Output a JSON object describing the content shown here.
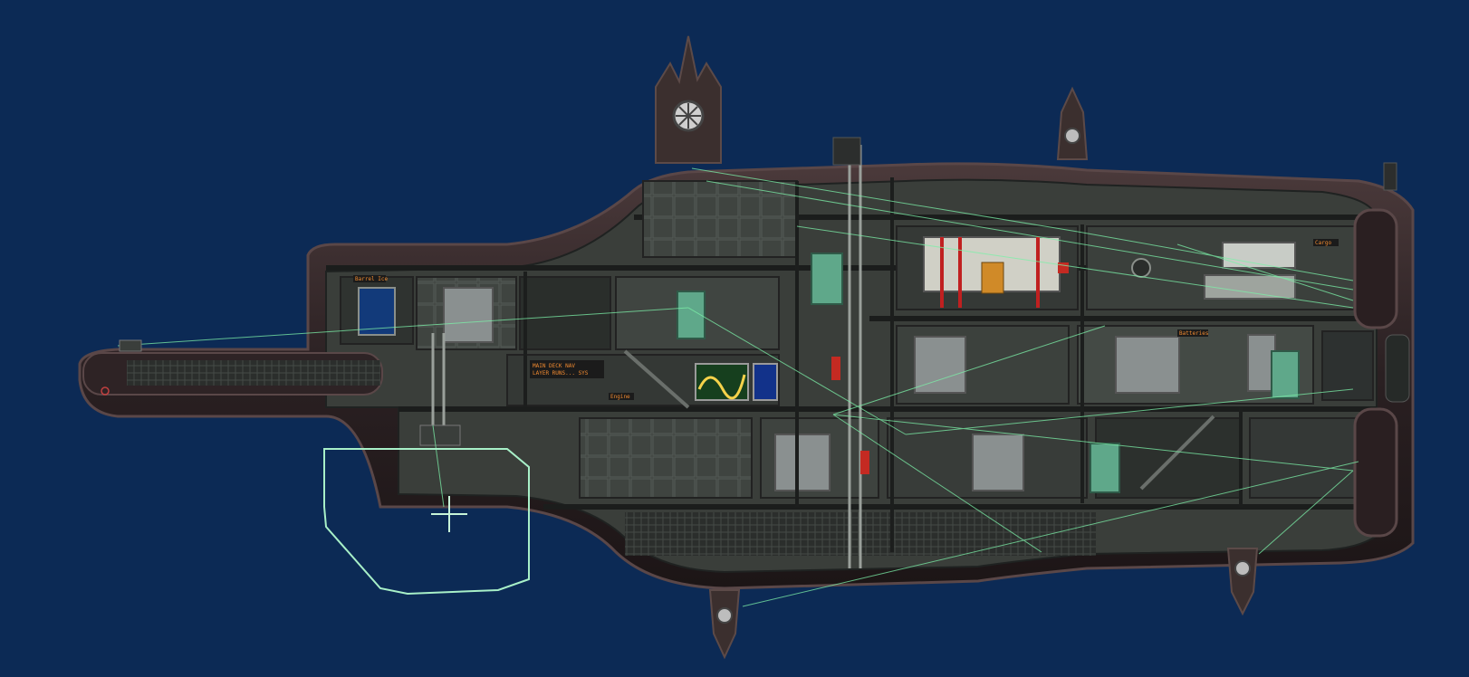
{
  "scene": {
    "background_color": "#0c2a55",
    "hull_color": "#2c2123",
    "hull_edge_color": "#4a3a3c",
    "interior_color": "#3a3e3a",
    "wire_color": "#7cf0a8",
    "dock_outline_color": "#a8f0c8",
    "crosshair_color": "#c8f5d8"
  },
  "icons": {
    "turret": "turret-icon",
    "crosshair": "crosshair-icon",
    "reactor": "reactor-icon",
    "hatch": "hatch-icon"
  },
  "labels": {
    "top_left_room": "Barrel Ice",
    "nav_terminal": "MAIN DECK NAV",
    "sonar_line": "LAYER RUNS... SYS",
    "lower_left_room": "Engine",
    "battery_room": "Batteries",
    "cargo_room": "Cargo"
  },
  "rooms": [
    {
      "id": "airlock"
    },
    {
      "id": "crew-quarters"
    },
    {
      "id": "command"
    },
    {
      "id": "reactor"
    },
    {
      "id": "engine"
    },
    {
      "id": "cargo"
    },
    {
      "id": "medbay"
    },
    {
      "id": "ballast"
    }
  ]
}
